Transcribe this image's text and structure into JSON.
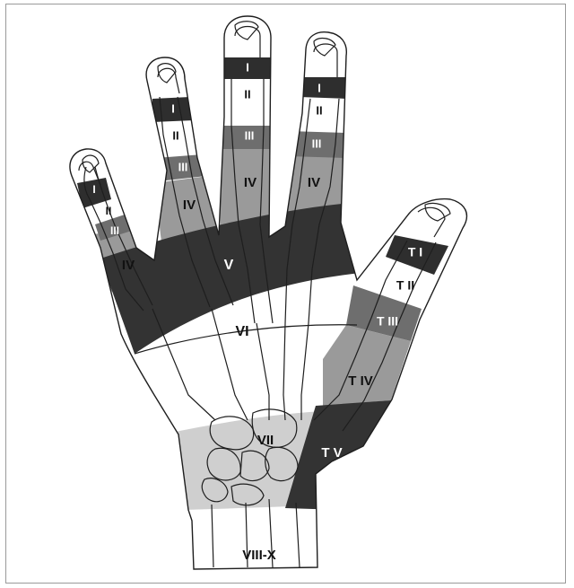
{
  "colors": {
    "zone_dark": "#3a3a3a",
    "zone_mid": "#8a8a8a",
    "zone_light": "#bdbdbd",
    "zone_pale": "#e4e4e4",
    "outline": "#1e1e1e"
  },
  "labels": {
    "little": {
      "I": "I",
      "II": "II",
      "III": "III",
      "IV": "IV"
    },
    "ring": {
      "I": "I",
      "II": "II",
      "III": "III",
      "IV": "IV"
    },
    "middle": {
      "I": "I",
      "II": "II",
      "III": "III",
      "IV": "IV"
    },
    "index": {
      "I": "I",
      "II": "II",
      "III": "III",
      "IV": "IV"
    },
    "palm": {
      "V": "V",
      "VI": "VI",
      "VII": "VII",
      "VIII_X": "VIII-X"
    },
    "thumb": {
      "TI": "T I",
      "TII": "T II",
      "TIII": "T III",
      "TIV": "T IV",
      "TV": "T V"
    }
  }
}
